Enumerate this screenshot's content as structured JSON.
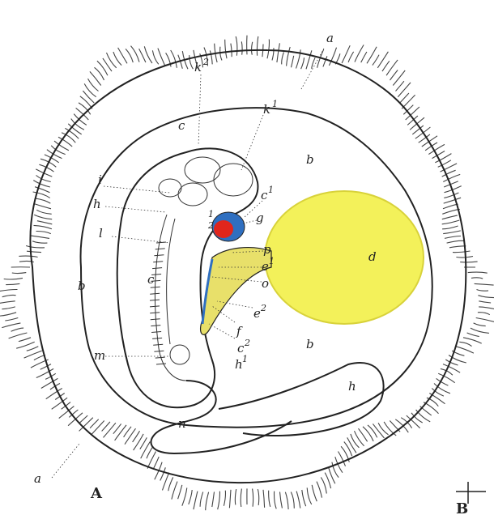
{
  "figure": {
    "panel_a": "A",
    "panel_b": "B",
    "labels": {
      "a_top": "a",
      "a_bottom": "a",
      "b_top": "b",
      "b_left": "b",
      "b_bottom": "b",
      "k2": "k",
      "k2_sup": "2",
      "k1": "k",
      "k1_sup": "1",
      "c_top": "c",
      "c_mid": "c",
      "c1": "c",
      "c1_sup": "1",
      "c2": "c",
      "c2_sup": "2",
      "i": "i",
      "h": "h",
      "h_right": "h",
      "h1": "h",
      "h1_sup": "1",
      "l": "l",
      "g": "g",
      "d": "d",
      "p": "p",
      "e1": "e",
      "e1_sup": "1",
      "o": "o",
      "e2": "e",
      "e2_sup": "2",
      "f": "f",
      "m": "m",
      "n": "n",
      "arch_1": "1",
      "arch_2": "2"
    },
    "colors": {
      "yolk_sac": "#f3f15a",
      "yolk_sac_edge": "#d8d23a",
      "heart_red": "#e0261c",
      "heart_blue": "#2f6fc0",
      "stalk": "#e8e06a"
    }
  }
}
